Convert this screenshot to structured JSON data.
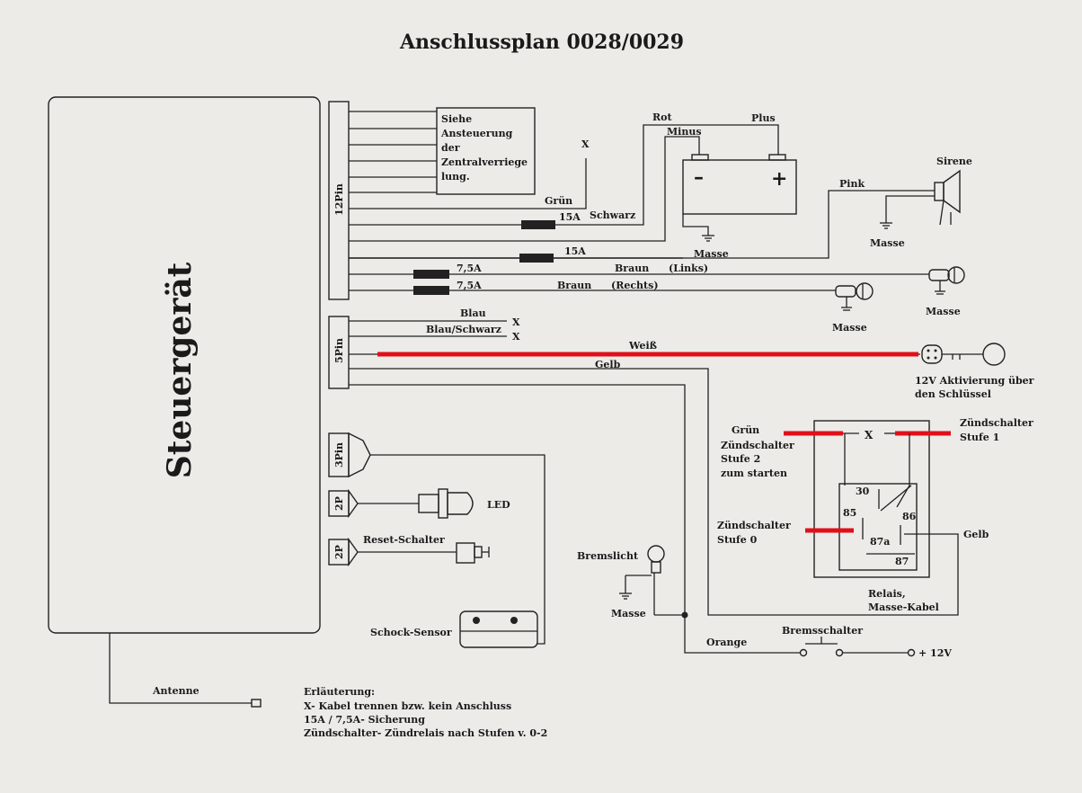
{
  "title": "Anschlussplan 0028/0029",
  "control_unit": "Steuergerät",
  "connectors": {
    "pin12": "12Pin",
    "pin5": "5Pin",
    "pin3": "3Pin",
    "p2_led": "2P",
    "p2_reset": "2P"
  },
  "central_lock_note": [
    "Siehe",
    "Ansteuerung",
    "der",
    "Zentralverriege",
    "lung."
  ],
  "wires": {
    "rot": "Rot",
    "minus": "Minus",
    "plus": "Plus",
    "x_top": "X",
    "gruen": "Grün",
    "schwarz": "Schwarz",
    "fuse15a_1": "15A",
    "fuse15a_2": "15A",
    "masse_batt": "Masse",
    "pink": "Pink",
    "sirene": "Sirene",
    "masse_sirene": "Masse",
    "fuse75_1": "7,5A",
    "fuse75_2": "7,5A",
    "braun1": "Braun",
    "links": "(Links)",
    "braun2": "Braun",
    "rechts": "(Rechts)",
    "masse_lamp_r": "Masse",
    "masse_lamp_l": "Masse",
    "blau": "Blau",
    "blau_schwarz": "Blau/Schwarz",
    "x1": "X",
    "x2": "X",
    "weiss": "Weiß",
    "gelb": "Gelb",
    "key_note_1": "12V Aktivierung über",
    "key_note_2": "den Schlüssel",
    "led": "LED",
    "reset": "Reset-Schalter",
    "schock": "Schock-Sensor",
    "bremslicht": "Bremslicht",
    "masse_brems": "Masse",
    "orange": "Orange",
    "bremsschalter": "Bremsschalter",
    "plus12v": "+ 12V",
    "antenne": "Antenne"
  },
  "relay": {
    "gruen": "Grün",
    "zs2_1": "Zündschalter",
    "zs2_2": "Stufe 2",
    "zs2_3": "zum starten",
    "x": "X",
    "zs1_1": "Zündschalter",
    "zs1_2": "Stufe 1",
    "zs0_1": "Zündschalter",
    "zs0_2": "Stufe 0",
    "p30": "30",
    "p85": "85",
    "p86": "86",
    "p87a": "87a",
    "p87": "87",
    "gelb": "Gelb",
    "relais_1": "Relais,",
    "relais_2": "Masse-Kabel"
  },
  "legend": {
    "heading": "Erläuterung:",
    "line1": "X- Kabel trennen bzw. kein Anschluss",
    "line2": "15A / 7,5A- Sicherung",
    "line3": "Zündschalter- Zündrelais nach Stufen v. 0-2"
  },
  "colors": {
    "highlight": "#e0101a",
    "ink": "#222222",
    "paper": "#ecebe8"
  }
}
